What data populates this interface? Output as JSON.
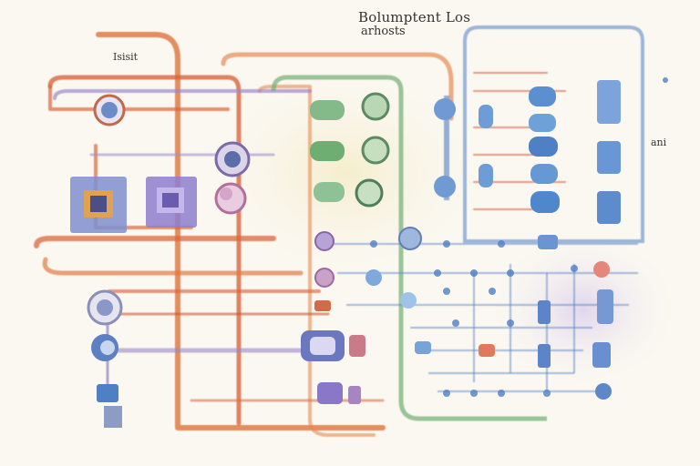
{
  "diagram": {
    "title_line1": "Bolumptent Los",
    "title_line2": "arhosts",
    "label_left": "Isisit",
    "label_right": "ani"
  },
  "colors": {
    "paper": "#fbf8f1",
    "red": "#d9673d",
    "orange": "#e58a52",
    "violet": "#9b87c9",
    "blue": "#4f7fc4",
    "green": "#6fae72",
    "ink": "#3a3a3a"
  }
}
